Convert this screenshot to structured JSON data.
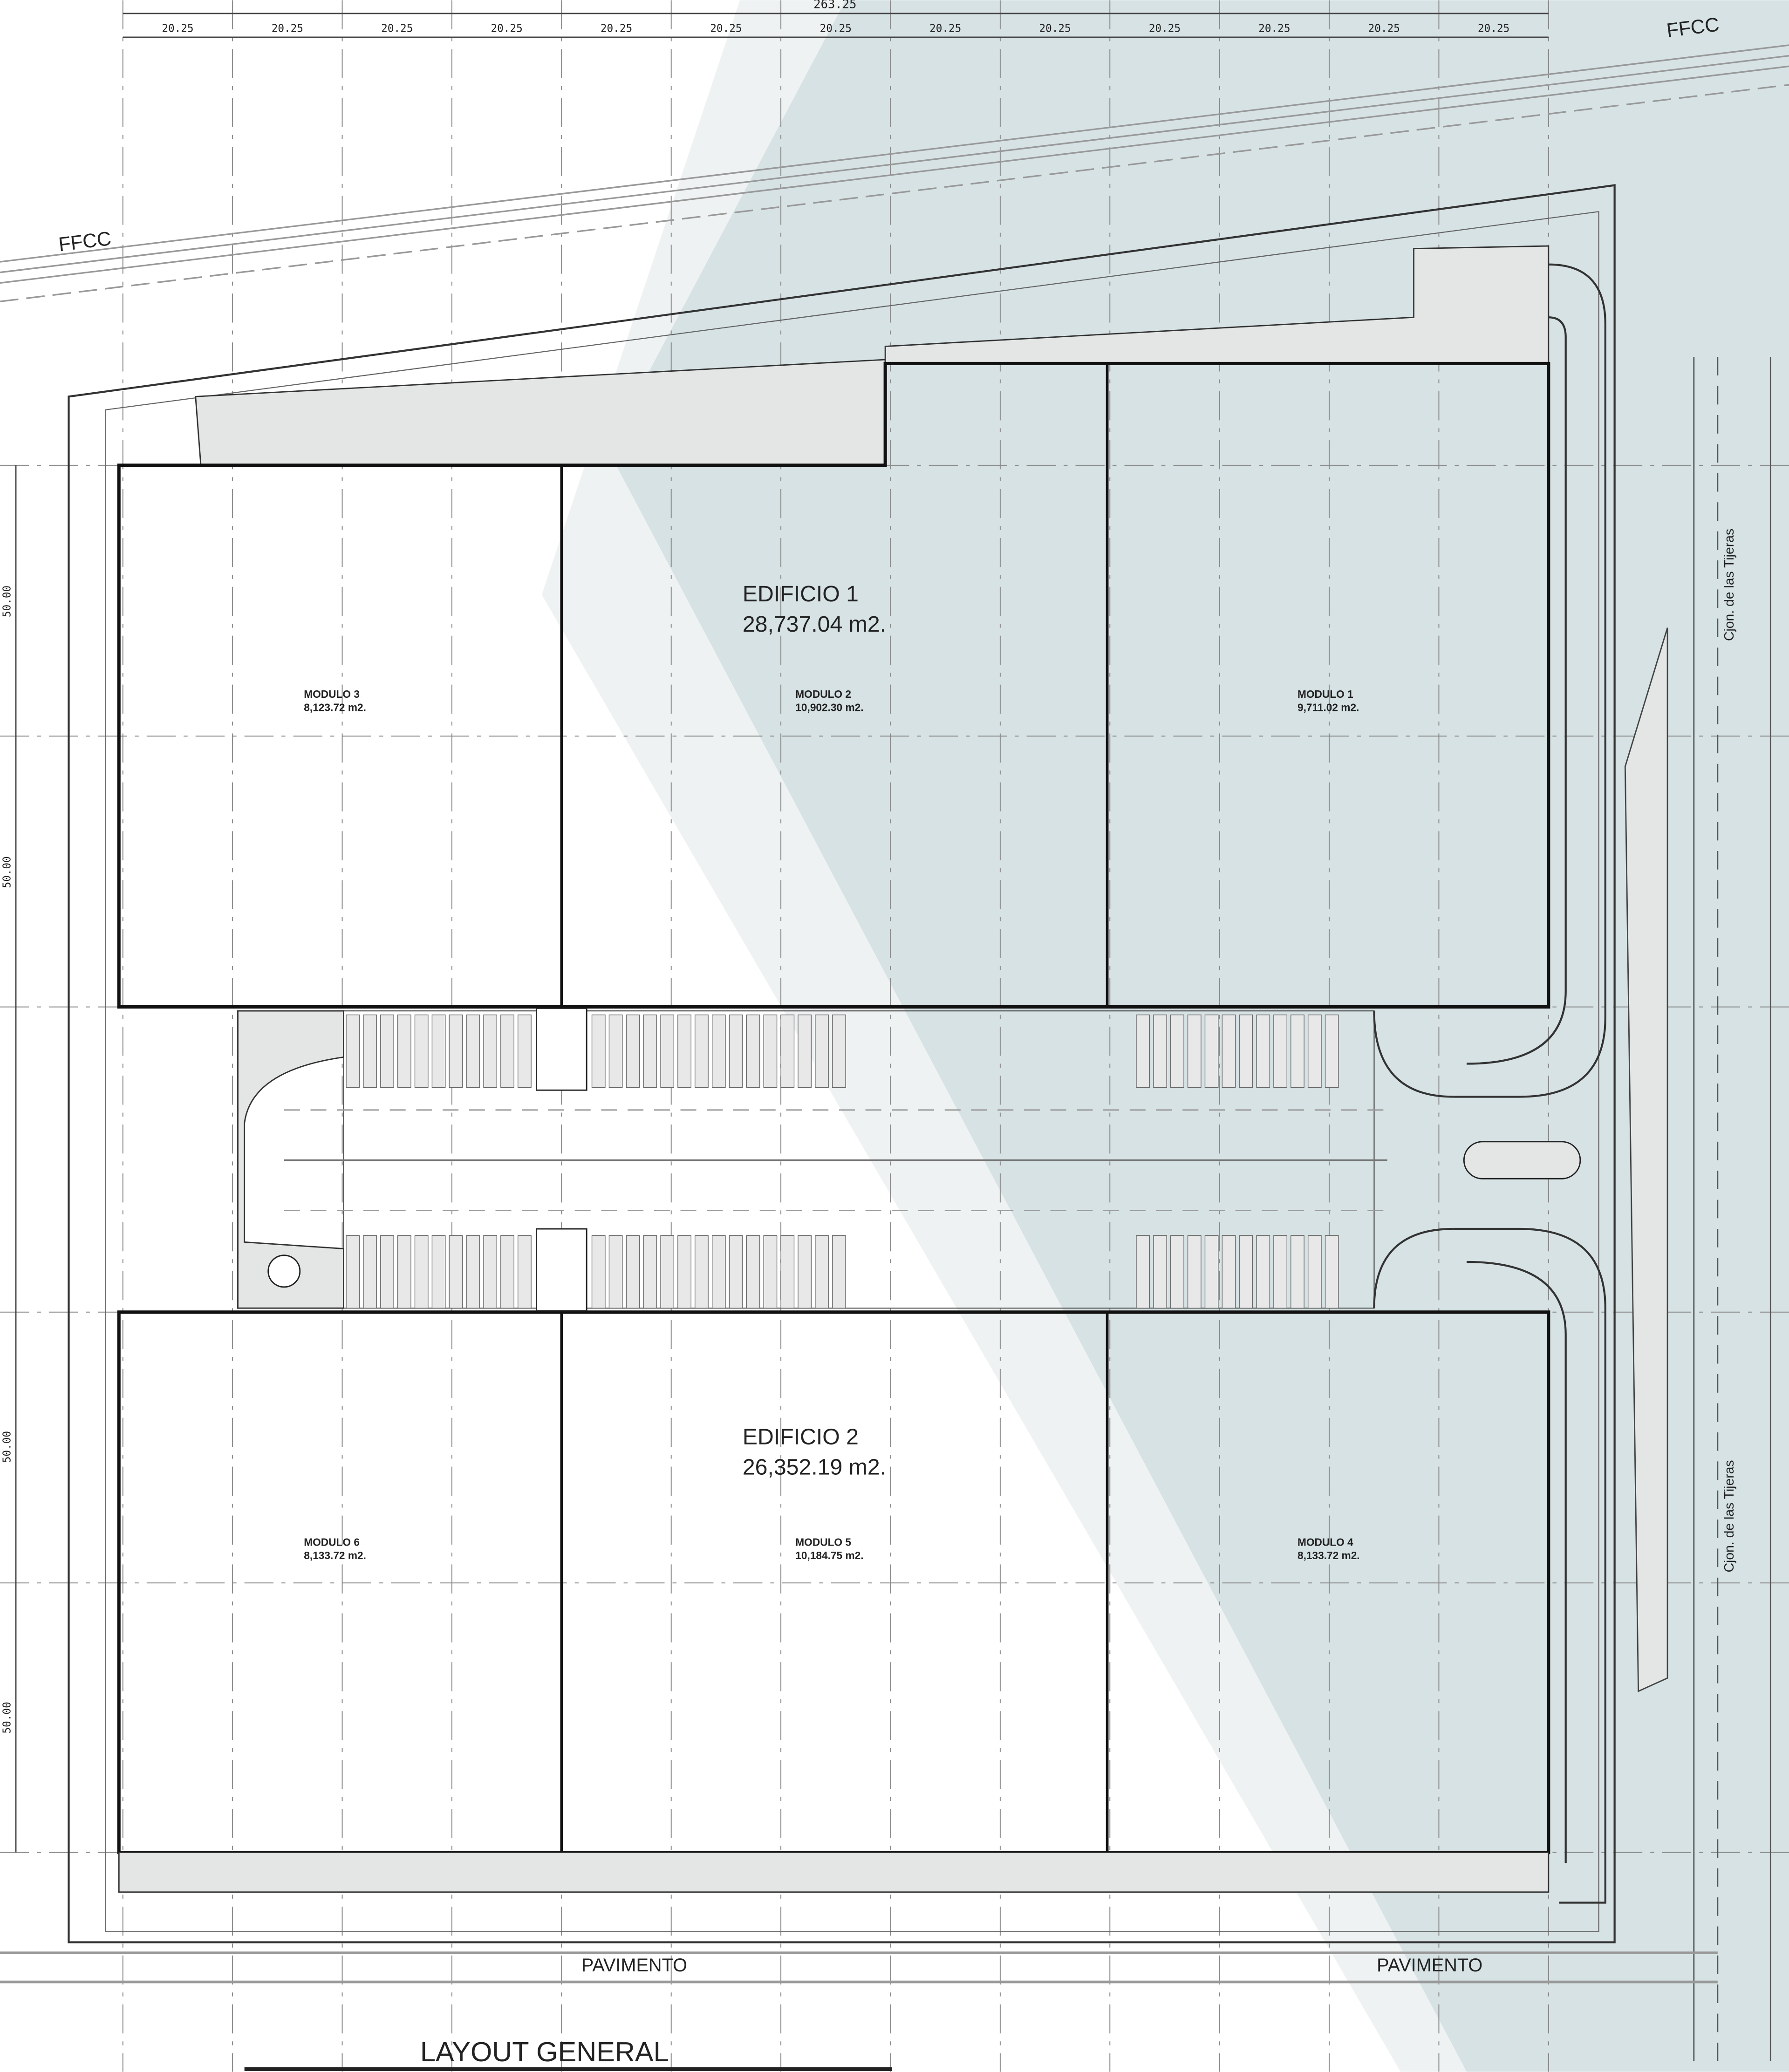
{
  "title": "LAYOUT GENERAL",
  "colors": {
    "shade": "#d6e2e4",
    "shade_light": "#eef2f2",
    "line": "#222222",
    "paving": "#c9cccc"
  },
  "railway_labels": [
    "FFCC",
    "FFCC"
  ],
  "street_label": "Cjon. de las Tijeras",
  "street_label_2": "Cjon. de las Tijeras",
  "paving_labels": [
    "PAVIMENTO",
    "PAVIMENTO"
  ],
  "dimensions": {
    "total_width": "263.25",
    "bays": [
      "20.25",
      "20.25",
      "20.25",
      "20.25",
      "20.25",
      "20.25",
      "20.25",
      "20.25",
      "20.25",
      "20.25",
      "20.25",
      "20.25",
      "20.25"
    ],
    "left_side": [
      "50.00",
      "50.00",
      "50.00",
      "50.00"
    ]
  },
  "buildings": [
    {
      "name": "EDIFICIO 1",
      "area": "28,737.04  m2.",
      "modules": [
        {
          "name": "MODULO 3",
          "area": "8,123.72  m2."
        },
        {
          "name": "MODULO 2",
          "area": "10,902.30  m2."
        },
        {
          "name": "MODULO 1",
          "area": "9,711.02  m2."
        }
      ]
    },
    {
      "name": "EDIFICIO 2",
      "area": "26,352.19  m2.",
      "modules": [
        {
          "name": "MODULO 6",
          "area": "8,133.72  m2."
        },
        {
          "name": "MODULO 5",
          "area": "10,184.75  m2."
        },
        {
          "name": "MODULO 4",
          "area": "8,133.72  m2."
        }
      ]
    }
  ]
}
